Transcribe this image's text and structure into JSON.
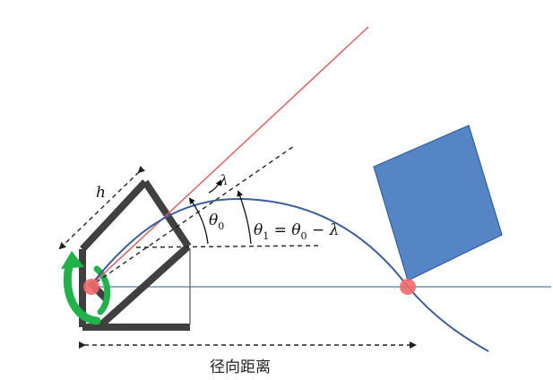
{
  "labels": {
    "h": "h",
    "lambda": "λ",
    "theta0": "θ",
    "theta0_sub": "0",
    "theta1_main": "θ",
    "theta1_sub": "1",
    "theta1_eq": " = θ",
    "theta1_eq_sub": "0",
    "theta1_rest": " − λ",
    "radial_distance": "径向距离"
  },
  "colors": {
    "frame": "#404040",
    "trajectory": "#3b5f96",
    "launch_line": "#e06060",
    "horizon": "#4f7fb0",
    "target": "#5585c5",
    "target_edge": "#2f5f9e",
    "marker": "#f06a6a",
    "rotation_arrow": "#22b24c",
    "dashed": "#222222"
  }
}
